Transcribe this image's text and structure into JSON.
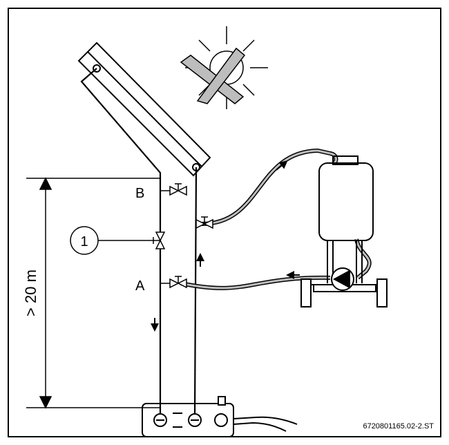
{
  "labels": {
    "valve_b": "B",
    "valve_a": "A",
    "callout_1": "1",
    "height": "> 20 m",
    "figure_id": "6720801165.02-2.ST"
  },
  "icons": [
    "sun-icon",
    "crossed-out-icon",
    "valve-icon",
    "pump-icon",
    "flow-arrow-icon",
    "canister-icon",
    "trolley-icon",
    "collector-panel-icon"
  ]
}
